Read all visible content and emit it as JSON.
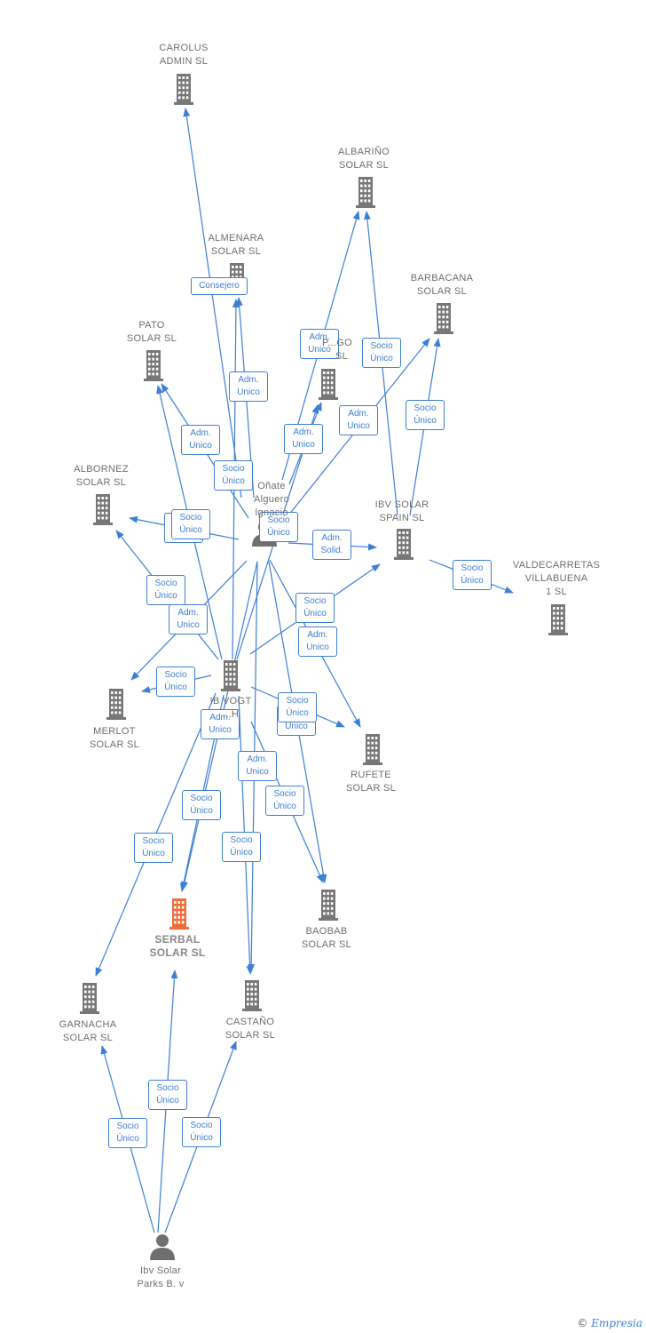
{
  "nodes": [
    {
      "id": "carolus",
      "label": "CAROLUS\nADMIN  SL",
      "kind": "company"
    },
    {
      "id": "albarino",
      "label": "ALBARIÑO\nSOLAR  SL",
      "kind": "company"
    },
    {
      "id": "almenara",
      "label": "ALMENARA\nSOLAR  SL",
      "kind": "company"
    },
    {
      "id": "barbacana",
      "label": "BARBACANA\nSOLAR  SL",
      "kind": "company"
    },
    {
      "id": "pato",
      "label": "PATO\nSOLAR  SL",
      "kind": "company"
    },
    {
      "id": "pago",
      "label": "P...GO\n...SL",
      "kind": "company"
    },
    {
      "id": "albornez",
      "label": "ALBORNEZ\nSOLAR  SL",
      "kind": "company"
    },
    {
      "id": "onate",
      "label": "Oñate\nAlguero\nIgnacio",
      "kind": "person"
    },
    {
      "id": "ibvsolar",
      "label": "IBV SOLAR\nSPAIN  SL",
      "kind": "company"
    },
    {
      "id": "valdecarretas",
      "label": "VALDECARRETAS\nVILLABUENA\n1  SL",
      "kind": "company"
    },
    {
      "id": "ibvogt",
      "label": "IB VOGT\n...H",
      "kind": "company"
    },
    {
      "id": "merlot",
      "label": "MERLOT\nSOLAR  SL",
      "kind": "company"
    },
    {
      "id": "rufete",
      "label": "RUFETE\nSOLAR  SL",
      "kind": "company"
    },
    {
      "id": "serbal",
      "label": "SERBAL\nSOLAR  SL",
      "kind": "focus"
    },
    {
      "id": "baobab",
      "label": "BAOBAB\nSOLAR  SL",
      "kind": "company"
    },
    {
      "id": "garnacha",
      "label": "GARNACHA\nSOLAR  SL",
      "kind": "company"
    },
    {
      "id": "castano",
      "label": "CASTAÑO\nSOLAR  SL",
      "kind": "company"
    },
    {
      "id": "ibvparks",
      "label": "Ibv Solar\nParks B. v",
      "kind": "person"
    }
  ],
  "edges": [
    {
      "from": "onate",
      "to": "carolus",
      "label": "Consejero"
    },
    {
      "from": "onate",
      "to": "almenara",
      "label": "Adm.\nUnico"
    },
    {
      "from": "onate",
      "to": "pato",
      "label": "Adm.\nUnico"
    },
    {
      "from": "onate",
      "to": "albarino",
      "label": "Adm.\nUnico"
    },
    {
      "from": "onate",
      "to": "pago",
      "label": "Adm.\nUnico"
    },
    {
      "from": "onate",
      "to": "barbacana",
      "label": "Adm.\nUnico"
    },
    {
      "from": "onate",
      "to": "albornez",
      "label": "Adm.\nUnico"
    },
    {
      "from": "onate",
      "to": "ibvsolar",
      "label": "Adm.\nSolid."
    },
    {
      "from": "onate",
      "to": "merlot",
      "label": "Adm.\nUnico"
    },
    {
      "from": "onate",
      "to": "rufete",
      "label": "Adm.\nUnico"
    },
    {
      "from": "onate",
      "to": "serbal",
      "label": "Adm.\nUnico"
    },
    {
      "from": "onate",
      "to": "castano",
      "label": "Adm.\nUnico"
    },
    {
      "from": "onate",
      "to": "baobab",
      "label": "Adm.\nUnico"
    },
    {
      "from": "ibvogt",
      "to": "almenara",
      "label": "Socio\nÚnico"
    },
    {
      "from": "ibvogt",
      "to": "pato",
      "label": "Socio\nÚnico"
    },
    {
      "from": "ibvogt",
      "to": "pago",
      "label": "Socio\nÚnico"
    },
    {
      "from": "ibvogt",
      "to": "albornez",
      "label": "Socio\nÚnico"
    },
    {
      "from": "ibvogt",
      "to": "ibvsolar",
      "label": "Socio\nÚnico"
    },
    {
      "from": "ibvogt",
      "to": "merlot",
      "label": "Socio\nÚnico"
    },
    {
      "from": "ibvogt",
      "to": "rufete",
      "label": "Socio\nÚnico"
    },
    {
      "from": "ibvogt",
      "to": "serbal",
      "label": "Socio\nÚnico"
    },
    {
      "from": "ibvogt",
      "to": "garnacha",
      "label": "Socio\nÚnico"
    },
    {
      "from": "ibvogt",
      "to": "castano",
      "label": "Socio\nÚnico"
    },
    {
      "from": "ibvogt",
      "to": "baobab",
      "label": "Socio\nÚnico"
    },
    {
      "from": "ibvsolar",
      "to": "albarino",
      "label": "Socio\nÚnico"
    },
    {
      "from": "ibvsolar",
      "to": "barbacana",
      "label": "Socio\nÚnico"
    },
    {
      "from": "ibvsolar",
      "to": "valdecarretas",
      "label": "Socio\nÚnico"
    },
    {
      "from": "ibvparks",
      "to": "garnacha",
      "label": "Socio\nÚnico"
    },
    {
      "from": "ibvparks",
      "to": "serbal",
      "label": "Socio\nÚnico"
    },
    {
      "from": "ibvparks",
      "to": "castano",
      "label": "Socio\nÚnico"
    }
  ],
  "colors": {
    "edge": "#3d7fd4",
    "company": "#777777",
    "focus": "#f26b38",
    "person": "#6f6f6f"
  },
  "footer": {
    "copyright": "©",
    "brand": "Empresia"
  }
}
